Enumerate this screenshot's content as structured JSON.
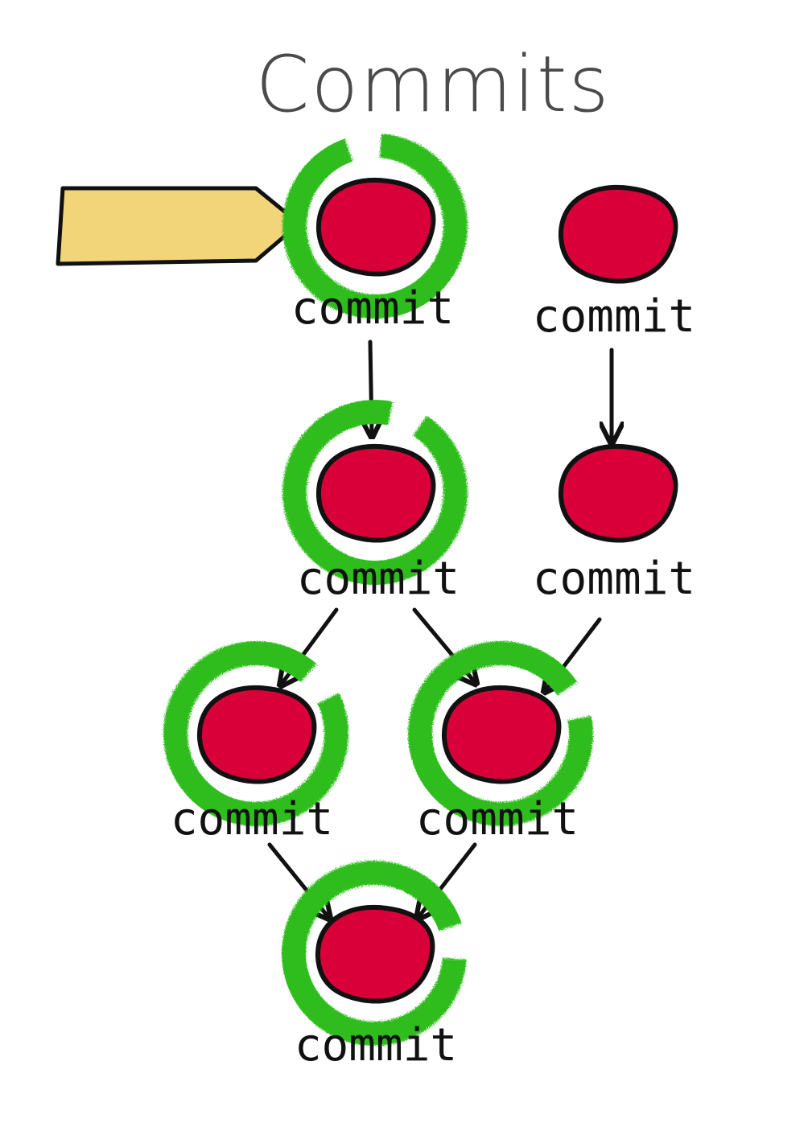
{
  "title": "Commits",
  "colors": {
    "commit_fill": "#d9003a",
    "commit_stroke": "#111111",
    "reachable_ring": "#2ebd1e",
    "pointer_fill": "#f2d479",
    "edge": "#111111"
  },
  "commits": [
    {
      "id": "c1",
      "label": "commit",
      "reachable": true
    },
    {
      "id": "c2",
      "label": "commit",
      "reachable": false
    },
    {
      "id": "c3",
      "label": "commit",
      "reachable": true
    },
    {
      "id": "c4",
      "label": "commit",
      "reachable": false
    },
    {
      "id": "c5",
      "label": "commit",
      "reachable": true
    },
    {
      "id": "c6",
      "label": "commit",
      "reachable": true
    },
    {
      "id": "c7",
      "label": "commit",
      "reachable": true
    }
  ],
  "edges": [
    {
      "from": "c1",
      "to": "c3"
    },
    {
      "from": "c2",
      "to": "c4"
    },
    {
      "from": "c3",
      "to": "c5"
    },
    {
      "from": "c3",
      "to": "c6"
    },
    {
      "from": "c4",
      "to": "c6"
    },
    {
      "from": "c5",
      "to": "c7"
    },
    {
      "from": "c6",
      "to": "c7"
    }
  ],
  "pointer": {
    "target": "c1"
  }
}
